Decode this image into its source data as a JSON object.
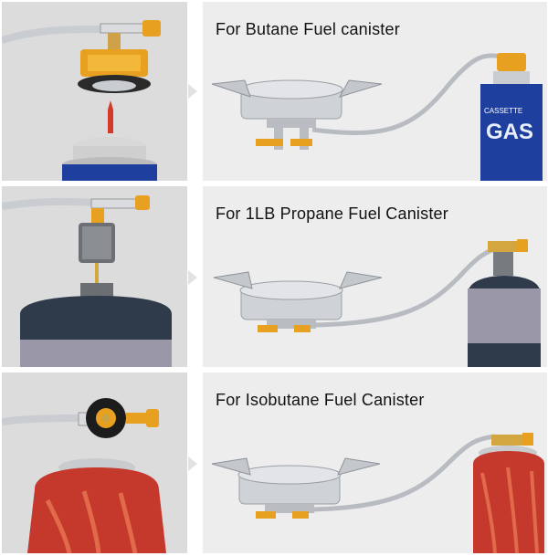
{
  "rows": [
    {
      "caption": "For Butane Fuel canister",
      "canister_text": [
        "CASSETTE",
        "GAS"
      ]
    },
    {
      "caption": "For 1LB Propane Fuel Canister"
    },
    {
      "caption": "For Isobutane Fuel Canister"
    }
  ],
  "colors": {
    "background": "#ffffff",
    "thumb_bg": "#dcdcdc",
    "panel_bg": "#ededed",
    "brass": "#e8a020",
    "steel": "#b8bcc2",
    "butane_can": "#1e3f9e",
    "propane_can": "#2f3b4b",
    "isobutane_can": "#c5382c"
  }
}
